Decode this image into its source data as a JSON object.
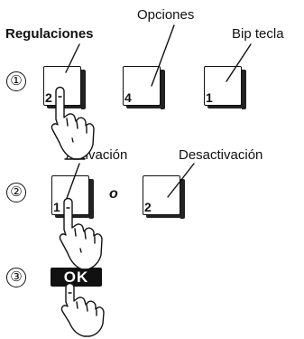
{
  "labels": {
    "settings": "Regulaciones",
    "options": "Opciones",
    "key_beep": "Bip tecla",
    "activation": "Activación",
    "deactivation": "Desactivación",
    "or": "o"
  },
  "steps": [
    "①",
    "②",
    "③"
  ],
  "keys": {
    "row1": [
      "2",
      "4",
      "1"
    ],
    "row2": [
      "1",
      "2"
    ],
    "ok": "OK"
  }
}
